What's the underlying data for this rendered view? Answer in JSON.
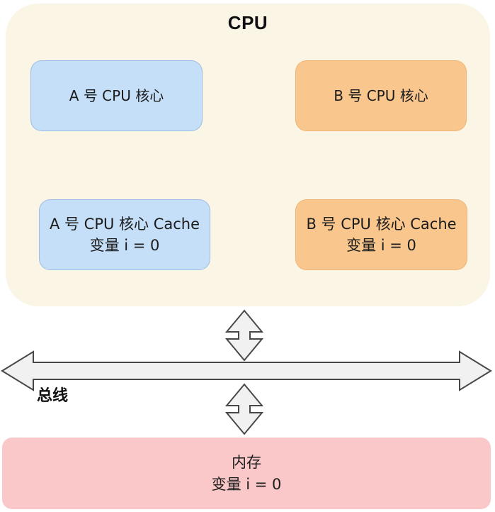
{
  "diagram": {
    "title": "CPU",
    "cores": [
      {
        "id": "core-a",
        "label": "A 号 CPU 核心"
      },
      {
        "id": "core-b",
        "label": "B 号 CPU 核心"
      }
    ],
    "caches": [
      {
        "id": "cache-a",
        "line1": "A 号 CPU 核心 Cache",
        "line2": "变量 i = 0"
      },
      {
        "id": "cache-b",
        "line1": "B 号 CPU 核心 Cache",
        "line2": "变量 i = 0"
      }
    ],
    "bus_label": "总线",
    "memory": {
      "line1": "内存",
      "line2": "变量 i = 0"
    },
    "colors": {
      "cpu_bg": "#faf5e4",
      "core_a_bg": "#c5dff8",
      "core_b_bg": "#f9c78e",
      "memory_bg": "#fac8c8",
      "arrow_fill": "#f1f1f1",
      "arrow_stroke": "#474747"
    }
  }
}
